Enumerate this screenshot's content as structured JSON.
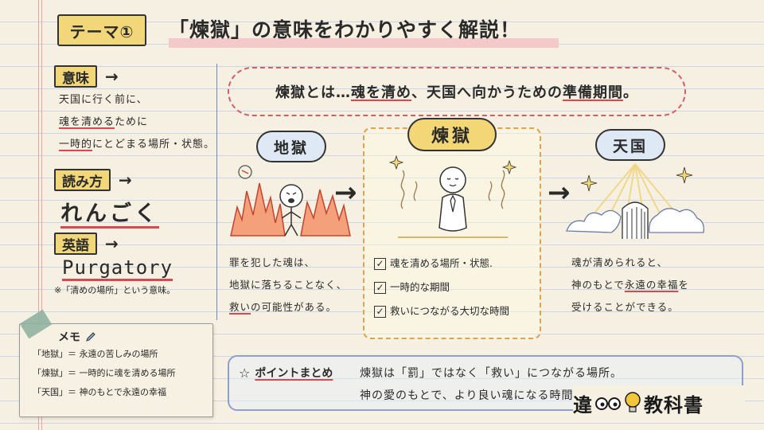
{
  "title": {
    "badge": "テーマ①",
    "main": "「煉獄」の意味をわかりやすく解説！"
  },
  "meaning": {
    "label": "意味",
    "line1": "天国に行く前に、",
    "line2_mark": "魂を清める",
    "line2_rest": "ために",
    "line3_mark": "一時的",
    "line3_rest": "にとどまる場所・状態。"
  },
  "reading": {
    "label": "読み方",
    "value": "れんごく"
  },
  "english": {
    "label": "英語",
    "value": "Purgatory",
    "note": "※「清めの場所」という意味。"
  },
  "memo": {
    "title": "メモ",
    "items": [
      "「地獄」＝ 永遠の苦しみの場所",
      "「煉獄」＝ 一時的に魂を清める場所",
      "「天国」＝ 神のもとで永遠の幸福"
    ]
  },
  "summary": {
    "pre": "煉獄とは…",
    "mark1": "魂を清め",
    "mid": "、天国へ向かうための",
    "mark2": "準備期間",
    "post": "。"
  },
  "hell": {
    "label": "地獄",
    "line1": "罪を犯した魂は、",
    "line2": "地獄に落ちることなく、",
    "line3_mark": "救い",
    "line3_rest": "の可能性がある。"
  },
  "purgatory": {
    "label": "煉獄",
    "checks": [
      "魂を清める場所・状態.",
      "一時的な期間",
      "救いにつながる大切な時間"
    ]
  },
  "heaven": {
    "label": "天国",
    "line1": "魂が清められると、",
    "line2_pre": "神のもとで",
    "line2_mark": "永遠の幸福",
    "line2_post": "を",
    "line3": "受けることができる。"
  },
  "point": {
    "title": "ポイントまとめ",
    "line1": "煉獄は「罰」ではなく「救い」につながる場所。",
    "line2": "神の愛のもとで、より良い魂になる時間"
  },
  "logo": {
    "part1": "違",
    "part2": "教科書"
  },
  "colors": {
    "accent_yellow": "#f1d67a",
    "accent_red": "#d9484f",
    "accent_blue": "#8da0c9",
    "paper": "#f6f0e2"
  },
  "icons": {
    "arrow": "arrow-right-icon",
    "pencil": "pencil-icon",
    "star": "star-icon",
    "check": "check-icon",
    "bulb": "lightbulb-icon"
  }
}
